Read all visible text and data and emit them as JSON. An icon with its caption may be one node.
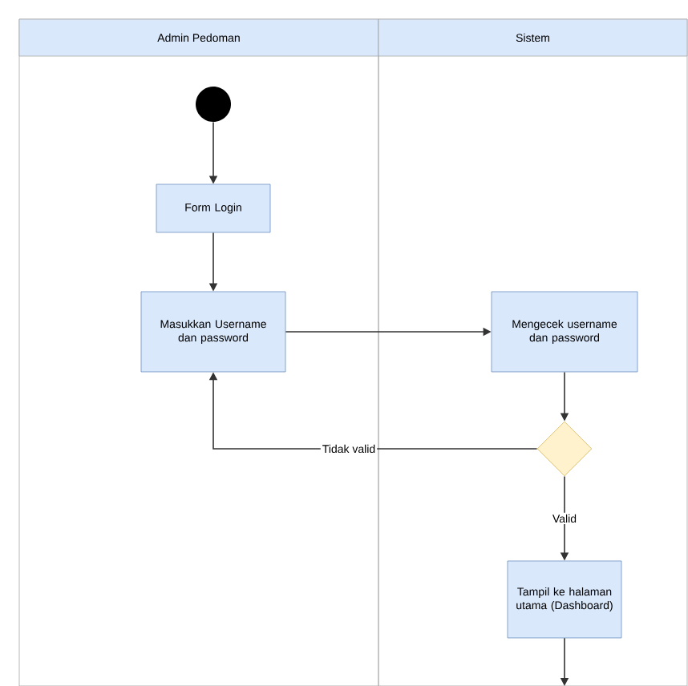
{
  "diagram": {
    "nodes": [
      {
        "text": [
          "Admin Pedoman"
        ]
      },
      {
        "text": [
          "Sistem"
        ]
      },
      {
        "text": [],
        "shape": "circle",
        "in": 0
      },
      {
        "text": [
          "Form Login"
        ],
        "in": 0
      },
      {
        "text": [
          "Masukkan Username dan password"
        ],
        "in": 0
      },
      {
        "text": [
          "Mengecek username dan password"
        ],
        "in": 1
      },
      {
        "text": [],
        "shape": "diamond",
        "in": 1
      },
      {
        "text": [
          "Tampil ke halaman utama (Dashboard)"
        ],
        "in": 1
      }
    ],
    "edges": [
      {
        "from": 2,
        "to": 3,
        "arrow": "to"
      },
      {
        "from": 3,
        "to": 4,
        "arrow": "to"
      },
      {
        "from": 4,
        "to": 5,
        "arrow": "to"
      },
      {
        "from": 5,
        "to": 6,
        "arrow": "to"
      },
      {
        "from": 6,
        "to": 4,
        "arrow": "to",
        "label": "Tidak valid"
      },
      {
        "from": 6,
        "to": 7,
        "arrow": "to",
        "label": "Valid"
      },
      {
        "from": 7,
        "to": null,
        "arrow": "to"
      }
    ]
  }
}
